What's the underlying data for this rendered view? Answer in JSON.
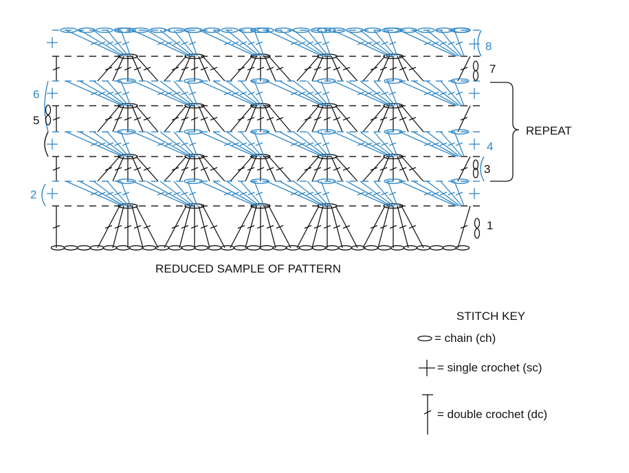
{
  "diagram": {
    "caption": "REDUCED SAMPLE OF PATTERN",
    "repeat_label": "REPEAT",
    "row_numbers": [
      "1",
      "2",
      "3",
      "4",
      "5",
      "6",
      "7",
      "8"
    ],
    "colors": {
      "black_rows": "#111111",
      "blue_rows": "#2f86c6"
    }
  },
  "stitch_key": {
    "title": "STITCH KEY",
    "items": [
      {
        "icon": "chain-icon",
        "text": "= chain (ch)"
      },
      {
        "icon": "single-crochet-icon",
        "text": "= single crochet (sc)"
      },
      {
        "icon": "double-crochet-icon",
        "text": "= double crochet (dc)"
      }
    ]
  }
}
